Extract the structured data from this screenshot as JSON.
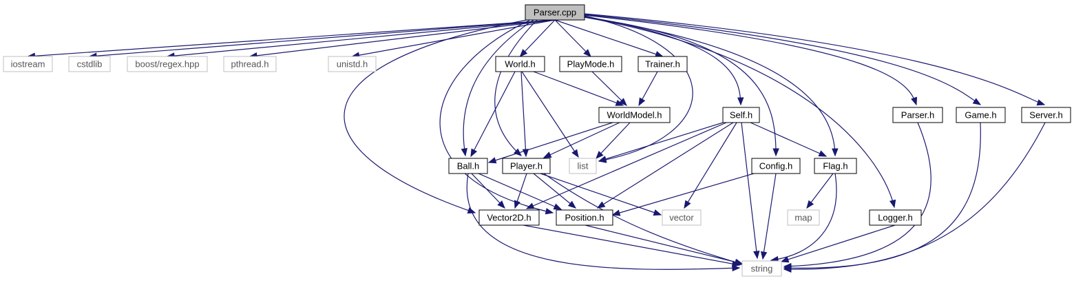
{
  "nodes": [
    {
      "id": "parser_cpp",
      "label": "Parser.cpp",
      "kind": "root"
    },
    {
      "id": "iostream",
      "label": "iostream",
      "kind": "system"
    },
    {
      "id": "cstdlib",
      "label": "cstdlib",
      "kind": "system"
    },
    {
      "id": "boost_regex",
      "label": "boost/regex.hpp",
      "kind": "system"
    },
    {
      "id": "pthread",
      "label": "pthread.h",
      "kind": "system"
    },
    {
      "id": "unistd",
      "label": "unistd.h",
      "kind": "system"
    },
    {
      "id": "world",
      "label": "World.h",
      "kind": "local"
    },
    {
      "id": "playmode",
      "label": "PlayMode.h",
      "kind": "local"
    },
    {
      "id": "trainer",
      "label": "Trainer.h",
      "kind": "local"
    },
    {
      "id": "worldmodel",
      "label": "WorldModel.h",
      "kind": "local"
    },
    {
      "id": "self",
      "label": "Self.h",
      "kind": "local"
    },
    {
      "id": "parser_h",
      "label": "Parser.h",
      "kind": "local"
    },
    {
      "id": "game",
      "label": "Game.h",
      "kind": "local"
    },
    {
      "id": "server",
      "label": "Server.h",
      "kind": "local"
    },
    {
      "id": "ball",
      "label": "Ball.h",
      "kind": "local"
    },
    {
      "id": "player",
      "label": "Player.h",
      "kind": "local"
    },
    {
      "id": "list",
      "label": "list",
      "kind": "system"
    },
    {
      "id": "config",
      "label": "Config.h",
      "kind": "local"
    },
    {
      "id": "flag",
      "label": "Flag.h",
      "kind": "local"
    },
    {
      "id": "vector2d",
      "label": "Vector2D.h",
      "kind": "local"
    },
    {
      "id": "position",
      "label": "Position.h",
      "kind": "local"
    },
    {
      "id": "vector",
      "label": "vector",
      "kind": "system"
    },
    {
      "id": "map",
      "label": "map",
      "kind": "system"
    },
    {
      "id": "logger",
      "label": "Logger.h",
      "kind": "local"
    },
    {
      "id": "string",
      "label": "string",
      "kind": "system"
    }
  ],
  "edges": [
    {
      "from": "parser_cpp",
      "to": "iostream"
    },
    {
      "from": "parser_cpp",
      "to": "cstdlib"
    },
    {
      "from": "parser_cpp",
      "to": "boost_regex"
    },
    {
      "from": "parser_cpp",
      "to": "pthread"
    },
    {
      "from": "parser_cpp",
      "to": "unistd"
    },
    {
      "from": "parser_cpp",
      "to": "world"
    },
    {
      "from": "parser_cpp",
      "to": "playmode"
    },
    {
      "from": "parser_cpp",
      "to": "trainer"
    },
    {
      "from": "parser_cpp",
      "to": "ball"
    },
    {
      "from": "parser_cpp",
      "to": "player"
    },
    {
      "from": "parser_cpp",
      "to": "vector2d"
    },
    {
      "from": "parser_cpp",
      "to": "position"
    },
    {
      "from": "parser_cpp",
      "to": "list"
    },
    {
      "from": "parser_cpp",
      "to": "self"
    },
    {
      "from": "parser_cpp",
      "to": "config"
    },
    {
      "from": "parser_cpp",
      "to": "flag"
    },
    {
      "from": "parser_cpp",
      "to": "logger"
    },
    {
      "from": "parser_cpp",
      "to": "parser_h"
    },
    {
      "from": "parser_cpp",
      "to": "game"
    },
    {
      "from": "parser_cpp",
      "to": "server"
    },
    {
      "from": "world",
      "to": "ball"
    },
    {
      "from": "world",
      "to": "player"
    },
    {
      "from": "world",
      "to": "list"
    },
    {
      "from": "world",
      "to": "worldmodel"
    },
    {
      "from": "playmode",
      "to": "worldmodel"
    },
    {
      "from": "trainer",
      "to": "worldmodel"
    },
    {
      "from": "worldmodel",
      "to": "ball"
    },
    {
      "from": "worldmodel",
      "to": "player"
    },
    {
      "from": "worldmodel",
      "to": "list"
    },
    {
      "from": "self",
      "to": "list"
    },
    {
      "from": "self",
      "to": "vector2d"
    },
    {
      "from": "self",
      "to": "position"
    },
    {
      "from": "self",
      "to": "vector"
    },
    {
      "from": "self",
      "to": "string"
    },
    {
      "from": "self",
      "to": "flag"
    },
    {
      "from": "ball",
      "to": "vector2d"
    },
    {
      "from": "ball",
      "to": "position"
    },
    {
      "from": "ball",
      "to": "string"
    },
    {
      "from": "player",
      "to": "vector2d"
    },
    {
      "from": "player",
      "to": "position"
    },
    {
      "from": "player",
      "to": "vector"
    },
    {
      "from": "player",
      "to": "string"
    },
    {
      "from": "config",
      "to": "position"
    },
    {
      "from": "config",
      "to": "string"
    },
    {
      "from": "flag",
      "to": "map"
    },
    {
      "from": "flag",
      "to": "string"
    },
    {
      "from": "vector2d",
      "to": "string"
    },
    {
      "from": "position",
      "to": "string"
    },
    {
      "from": "logger",
      "to": "string"
    },
    {
      "from": "parser_h",
      "to": "string"
    },
    {
      "from": "game",
      "to": "string"
    },
    {
      "from": "server",
      "to": "string"
    }
  ]
}
